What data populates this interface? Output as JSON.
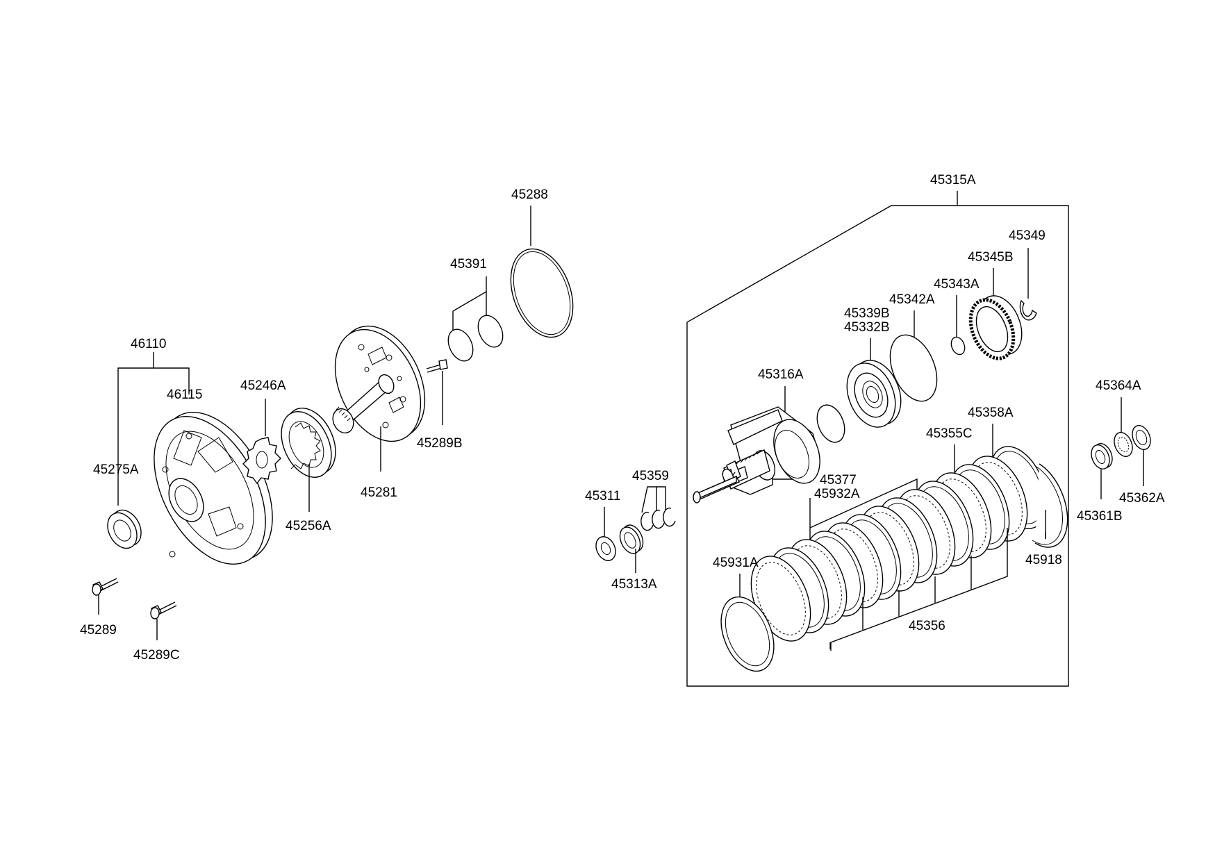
{
  "labels": {
    "p46110": "46110",
    "p46115": "46115",
    "p45275A": "45275A",
    "p45289": "45289",
    "p45289C": "45289C",
    "p45246A": "45246A",
    "p45256A": "45256A",
    "p45281": "45281",
    "p45289B": "45289B",
    "p45391": "45391",
    "p45288": "45288",
    "p45311": "45311",
    "p45313A": "45313A",
    "p45359": "45359",
    "p45315A": "45315A",
    "p45349": "45349",
    "p45345B": "45345B",
    "p45343A": "45343A",
    "p45342A": "45342A",
    "p45339B": "45339B",
    "p45332B": "45332B",
    "p45316A": "45316A",
    "p45358A": "45358A",
    "p45355C": "45355C",
    "p45377": "45377",
    "p45932A": "45932A",
    "p45931A": "45931A",
    "p45918": "45918",
    "p45356": "45356",
    "p45364A": "45364A",
    "p45362A": "45362A",
    "p45361B": "45361B"
  }
}
